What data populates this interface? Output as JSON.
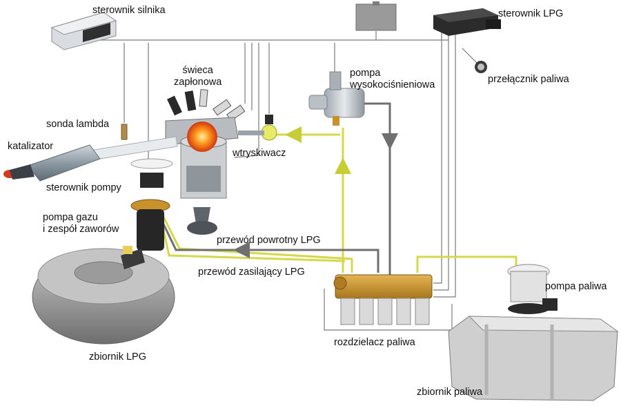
{
  "labels": {
    "sterownik_silnika": "sterownik silnika",
    "sterownik_lpg": "sterownik LPG",
    "swieca_line1": "świeca",
    "swieca_line2": "zapłonowa",
    "pompa_line1": "pompa",
    "pompa_line2": "wysokociśnieniowa",
    "przelacznik_paliwa": "przełącznik paliwa",
    "sonda_lambda": "sonda lambda",
    "katalizator": "katalizator",
    "wtryskiwacz": "wtryskiwacz",
    "sterownik_pompy": "sterownik pompy",
    "pompa_gazu_line1": "pompa gazu",
    "pompa_gazu_line2": "i zespół zaworów",
    "przewod_powrotny": "przewód powrotny LPG",
    "przewod_zasilajacy": "przewód zasilający LPG",
    "pompa_paliwa": "pompa paliwa",
    "zbiornik_lpg": "zbiornik LPG",
    "rozdzielacz_paliwa": "rozdzielacz paliwa",
    "zbiornik_paliwa": "zbiornik paliwa"
  },
  "colors": {
    "supply_line": "#d4d84a",
    "return_line": "#6f6f6f",
    "wire": "#7a7a7a",
    "tank_gray": "#a9a9a9",
    "distributor": "#c9952e",
    "ecu_dark": "#2b2b2b"
  }
}
